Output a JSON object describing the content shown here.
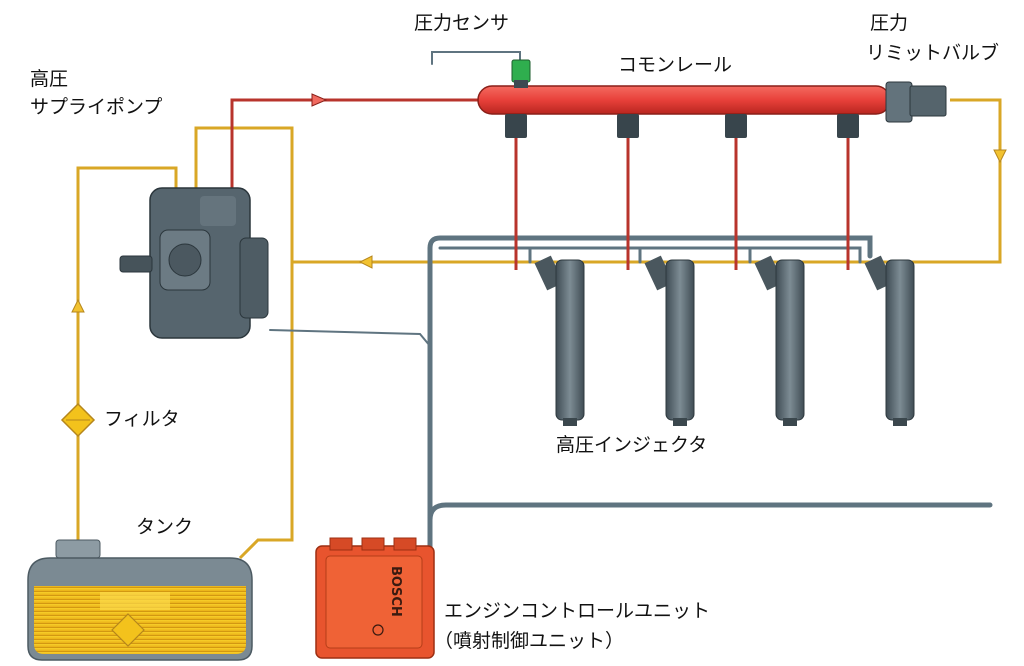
{
  "labels": {
    "pressure_sensor": "圧力センサ",
    "common_rail": "コモンレール",
    "pressure_limit_valve_line1": "圧力",
    "pressure_limit_valve_line2": "リミットバルブ",
    "supply_pump_line1": "高圧",
    "supply_pump_line2": "サプライポンプ",
    "filter": "フィルタ",
    "tank": "タンク",
    "injectors": "高圧インジェクタ",
    "ecu_line1": "エンジンコントロールユニット",
    "ecu_line2": "（噴射制御ユニット）",
    "ecu_brand": "BOSCH"
  },
  "colors": {
    "high_pressure_line": "#b8342c",
    "rail": "#e8403a",
    "low_pressure_line": "#d9a726",
    "signal_line": "#5f7480",
    "pump_body": "#56656e",
    "injector_body": "#5b6a72",
    "ecu": "#e8542e",
    "tank_fuel": "#f3c21c",
    "tank_shell": "#7b8a93"
  },
  "icons": [
    "arrow-icon",
    "filter-icon",
    "pump-icon",
    "injector-icon",
    "ecu-icon",
    "tank-icon",
    "sensor-icon",
    "valve-icon"
  ]
}
